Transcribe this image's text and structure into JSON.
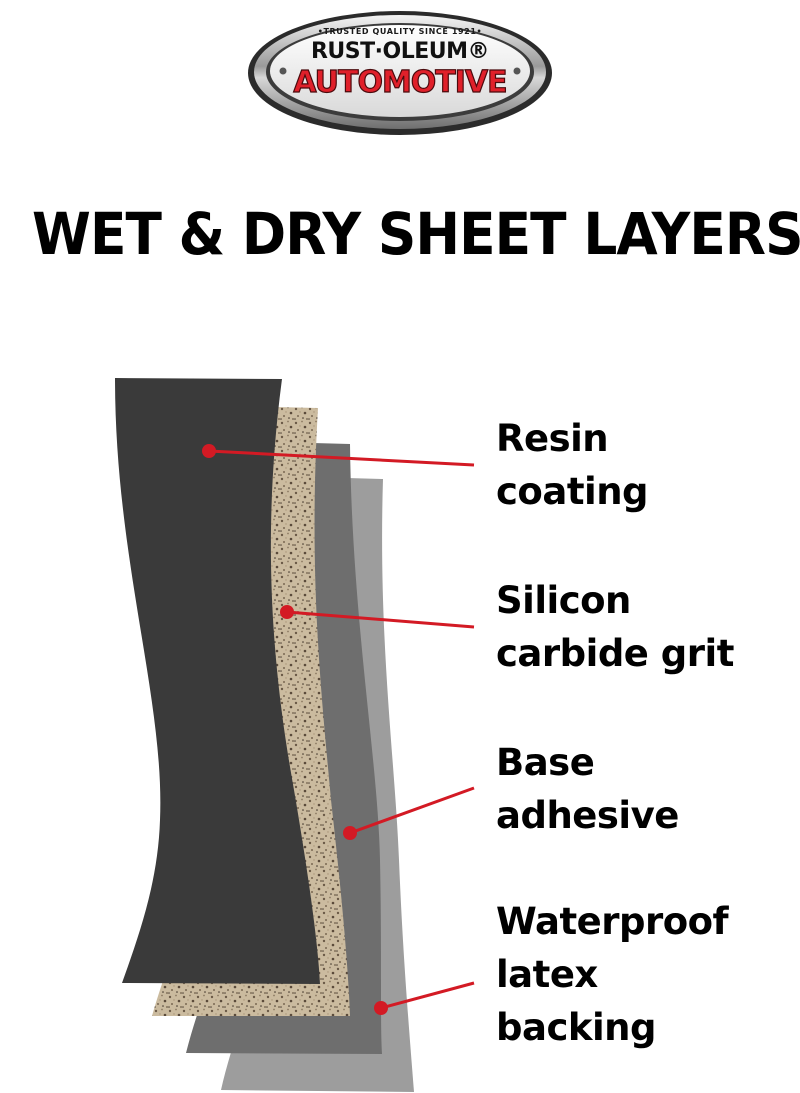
{
  "logo": {
    "tagline": "•TRUSTED QUALITY SINCE 1921•",
    "brand": "RUST·OLEUM®",
    "sub": "AUTOMOTIVE"
  },
  "title": "WET & DRY SHEET LAYERS",
  "layers": [
    {
      "line1": "Resin",
      "line2": "coating"
    },
    {
      "line1": "Silicon",
      "line2": "carbide grit"
    },
    {
      "line1": "Base",
      "line2": "adhesive"
    },
    {
      "line1": "Waterproof",
      "line2": "latex",
      "line3": "backing"
    }
  ],
  "colors": {
    "resin": "#3a3a3a",
    "grit": "#c9b79c",
    "adhesive": "#6e6e6e",
    "backing": "#9d9d9d",
    "callout": "#d31a24",
    "logo_red": "#e0202a"
  }
}
